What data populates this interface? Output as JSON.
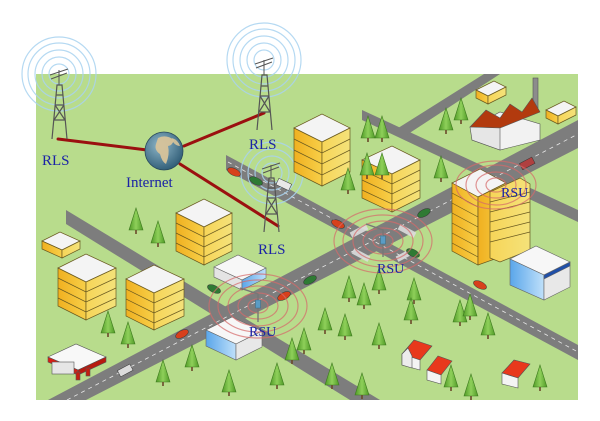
{
  "labels": {
    "rls_left": "RLS",
    "rls_top": "RLS",
    "rls_center": "RLS",
    "internet": "Internet",
    "rsu_left": "RSU",
    "rsu_center": "RSU",
    "rsu_right": "RSU"
  },
  "colors": {
    "ground": "#b8dc8c",
    "road": "#808080",
    "link": "#9b1010",
    "label": "#1a22a6",
    "rls_wave": "#a9d3f0",
    "rsu_wave": "#d66a6a",
    "building_yellow": "#f3c232",
    "building_blue": "#79b8ee",
    "roof_red": "#d42a10",
    "tree": "#6cb83c"
  }
}
